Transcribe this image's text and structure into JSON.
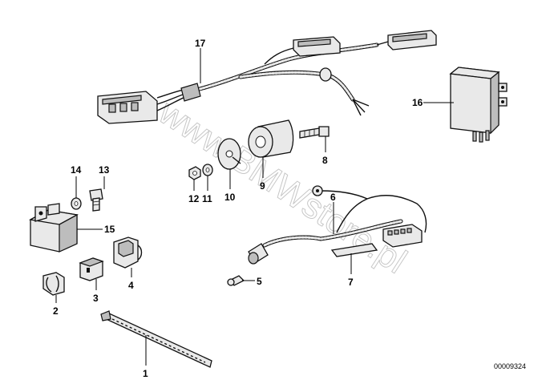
{
  "diagram": {
    "reference_number": "00009324",
    "watermark": "www.BMWstore.pl",
    "callouts": [
      "1",
      "2",
      "3",
      "4",
      "5",
      "6",
      "7",
      "8",
      "9",
      "10",
      "11",
      "12",
      "13",
      "14",
      "15",
      "16",
      "17"
    ],
    "parts": [
      {
        "callout": "17",
        "icon": "main-wiring-harness"
      },
      {
        "callout": "16",
        "icon": "relay-module"
      },
      {
        "callout": "15",
        "icon": "relay-with-bracket"
      },
      {
        "callout": "14",
        "icon": "washer"
      },
      {
        "callout": "13",
        "icon": "bolt"
      },
      {
        "callout": "12",
        "icon": "nut"
      },
      {
        "callout": "11",
        "icon": "washer"
      },
      {
        "callout": "10",
        "icon": "round-cover-plate"
      },
      {
        "callout": "9",
        "icon": "grommet"
      },
      {
        "callout": "8",
        "icon": "screw"
      },
      {
        "callout": "7",
        "icon": "adhesive-strip"
      },
      {
        "callout": "6",
        "icon": "lamp-wiring-harness"
      },
      {
        "callout": "5",
        "icon": "bulb"
      },
      {
        "callout": "4",
        "icon": "connector-housing"
      },
      {
        "callout": "3",
        "icon": "plug-connector"
      },
      {
        "callout": "2",
        "icon": "clip"
      },
      {
        "callout": "1",
        "icon": "cable-tie"
      }
    ]
  }
}
